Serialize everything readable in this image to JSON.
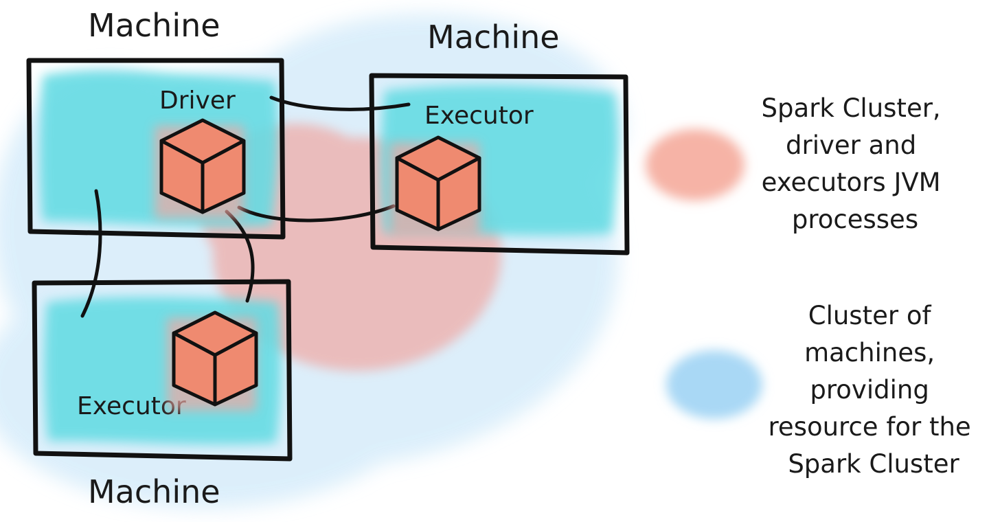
{
  "machines": [
    {
      "title": "Machine",
      "role": "Driver"
    },
    {
      "title": "Machine",
      "role": "Executor"
    },
    {
      "title": "Machine",
      "role": "Executor"
    }
  ],
  "legend": [
    {
      "swatch_color": "#f6b3a6",
      "lines": [
        "Spark Cluster,",
        "driver and",
        "executors JVM",
        "processes"
      ]
    },
    {
      "swatch_color": "#a9d8f5",
      "lines": [
        "Cluster of",
        "machines,",
        "providing",
        "resource for the",
        "Spark Cluster"
      ]
    }
  ],
  "colors": {
    "machine_fill": "#63dbe3",
    "cluster_wash": "#d6ecfa",
    "process_wash": "#f1a7a2",
    "cube_fill": "#ef8a70",
    "stroke": "#111111"
  },
  "icons": [
    "jvm-process-cube-icon",
    "cluster-swatch-icon",
    "process-swatch-icon"
  ]
}
